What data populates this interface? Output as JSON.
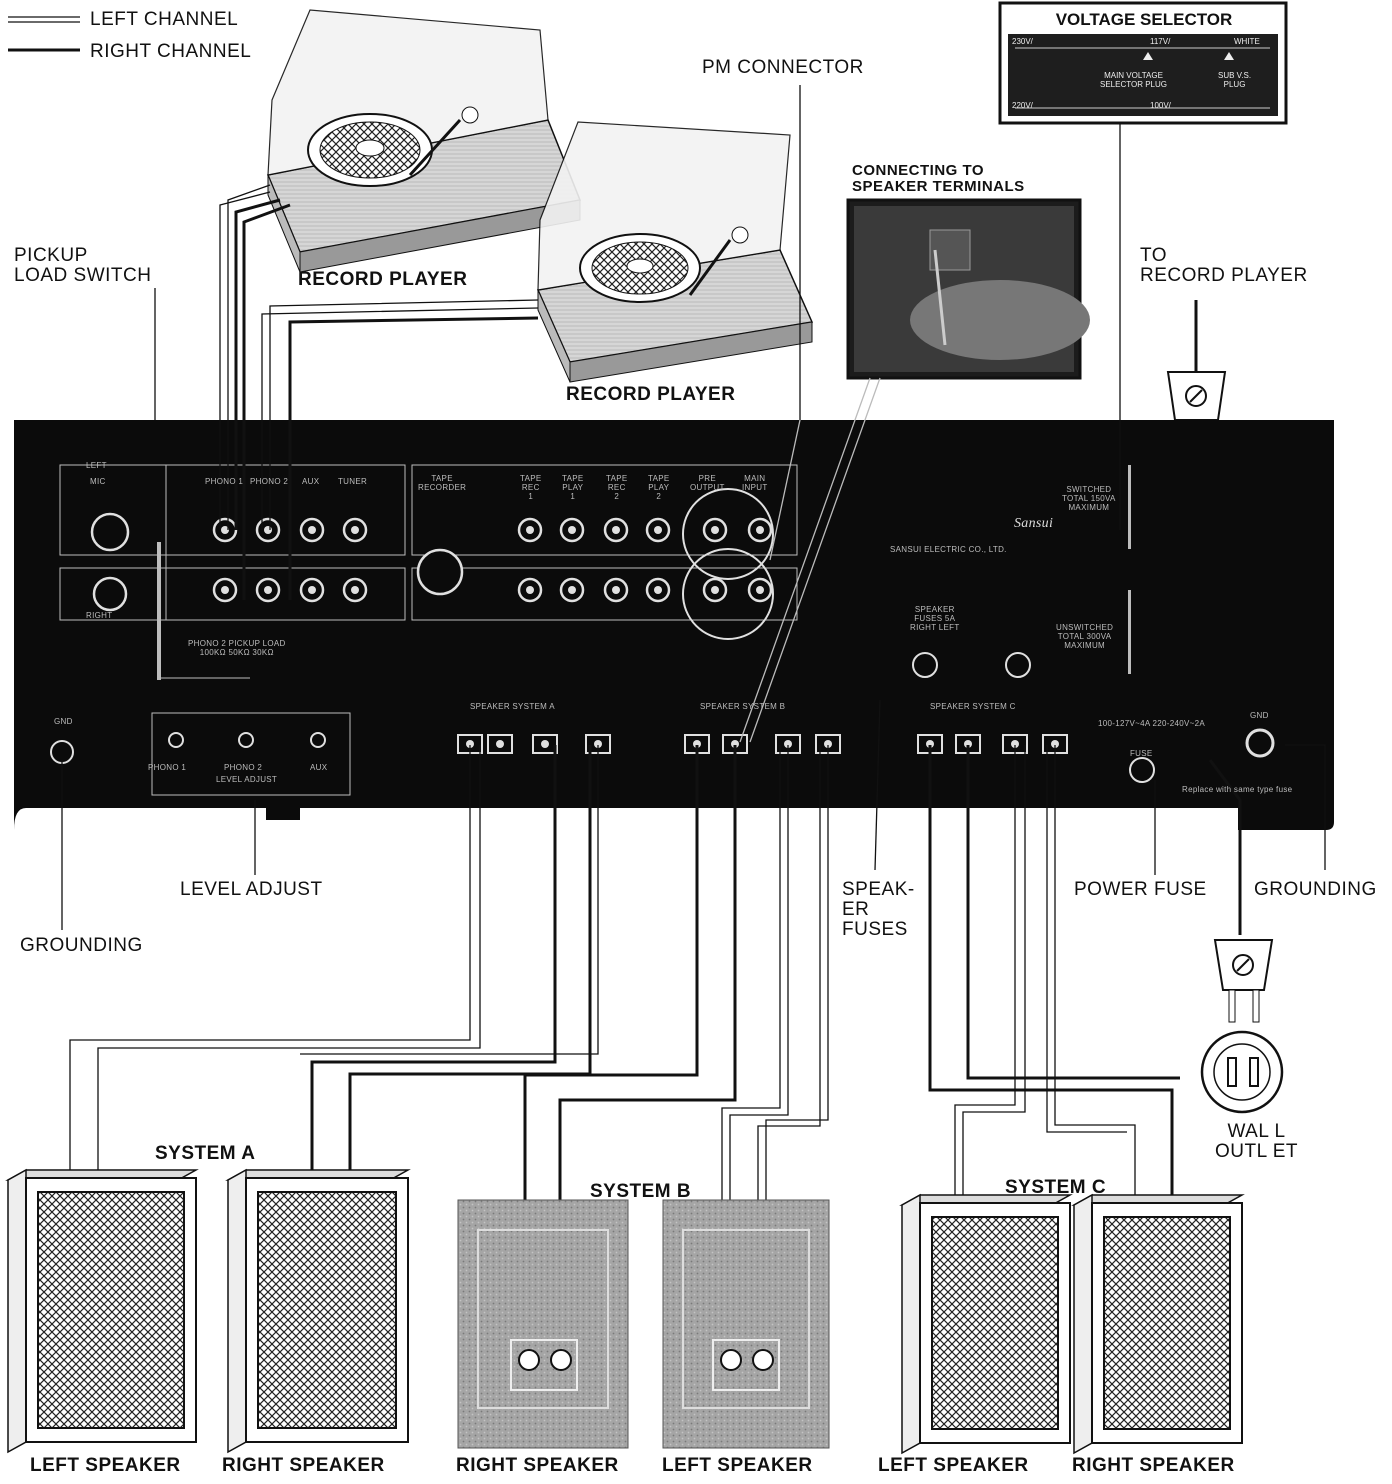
{
  "legend": {
    "left_channel": "LEFT CHANNEL",
    "right_channel": "RIGHT CHANNEL"
  },
  "callouts": {
    "pickup_load_switch": "PICKUP\n  LOAD SWITCH",
    "record_player_1": "RECORD PLAYER",
    "record_player_2": "RECORD PLAYER",
    "pm_connector": "PM CONNECTOR",
    "connecting_to_speaker_terminals": "CONNECTING TO\nSPEAKER TERMINALS",
    "voltage_selector": "VOLTAGE SELECTOR",
    "to_record_player": "TO\nRECORD PLAYER",
    "level_adjust": "LEVEL ADJUST",
    "grounding_left": "GROUNDING",
    "speaker_fuses": "SPEAK-\nER\nFUSES",
    "power_fuse": "POWER FUSE",
    "grounding_right": "GROUNDING",
    "wall_outlet": "WAL L\nOUTL ET"
  },
  "voltage_selector_panel": {
    "v230": "230V/",
    "v117": "117V/",
    "white": "WHITE",
    "main_voltage_selector_plug": "MAIN  VOLTAGE\nSELECTOR  PLUG",
    "sub_vs_plug": "SUB V.S.\nPLUG",
    "v220": "220V/",
    "v100": "100V/"
  },
  "amp_panel": {
    "left": "LEFT",
    "right": "RIGHT",
    "mic": "MIC",
    "phono1": "PHONO 1",
    "phono2": "PHONO 2",
    "aux": "AUX",
    "tuner": "TUNER",
    "tape_recorder": "TAPE\nRECORDER",
    "tape_rec_1": "TAPE\nREC\n1",
    "tape_play_1": "TAPE\nPLAY\n1",
    "tape_rec_2": "TAPE\nREC\n2",
    "tape_play_2": "TAPE\nPLAY\n2",
    "pre_output": "PRE\nOUTPUT",
    "main_input": "MAIN\nINPUT",
    "phono2_pickup_load": "PHONO 2 PICKUP LOAD\n100KΩ  50KΩ  30KΩ",
    "brand": "Sansui",
    "maker": "SANSUI ELECTRIC CO., LTD.",
    "switched": "SWITCHED\nTOTAL 150VA\nMAXIMUM",
    "unswitched": "UNSWITCHED\nTOTAL 300VA\nMAXIMUM",
    "speaker_fuses": "SPEAKER\nFUSES 5A\nRIGHT        LEFT",
    "speaker_system_a": "SPEAKER SYSTEM A",
    "speaker_system_b": "SPEAKER  SYSTEM B",
    "speaker_system_c": "SPEAKER SYSTEM C",
    "gnd": "GND",
    "level_phono1": "PHONO 1",
    "level_phono2": "PHONO 2",
    "level_aux": "AUX",
    "level_adjust": "LEVEL ADJUST",
    "fuse": "FUSE",
    "voltage_rating": "100-127V~4A  220-240V~2A",
    "replace_fuse": "Replace with same type fuse"
  },
  "systems": {
    "system_a": "SYSTEM A",
    "system_b": "SYSTEM B",
    "system_c": "SYSTEM C"
  },
  "speakers": {
    "a_left": "LEFT SPEAKER",
    "a_right": "RIGHT SPEAKER",
    "b_right": "RIGHT SPEAKER",
    "b_left": "LEFT SPEAKER",
    "c_left": "LEFT SPEAKER",
    "c_right": "RIGHT SPEAKER"
  },
  "colors": {
    "panel": "#0b0b0b",
    "ink": "#111111",
    "paper": "#ffffff",
    "speaker_b_fill": "#9a9a9a"
  }
}
